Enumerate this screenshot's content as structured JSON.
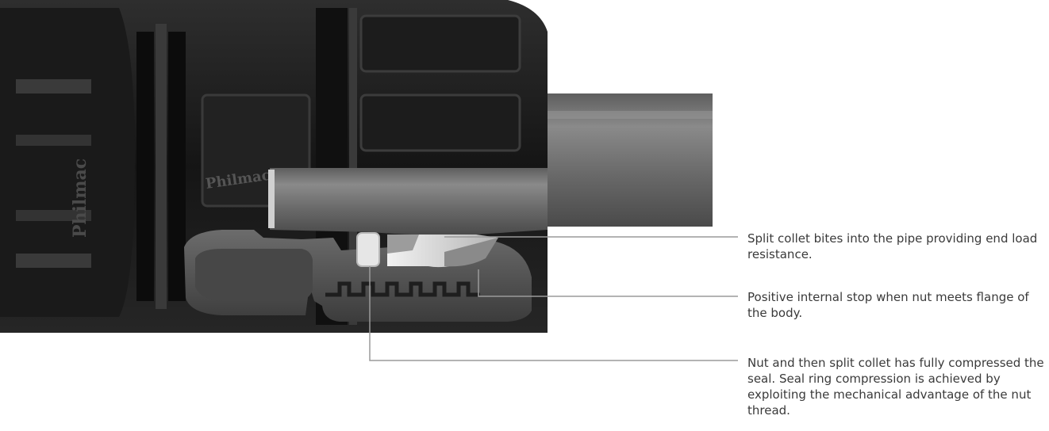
{
  "callouts": [
    {
      "text": "Split collet bites into the pipe providing end load resistance."
    },
    {
      "text": "Positive internal stop when nut meets flange of the body."
    },
    {
      "text": "Nut and then split collet has fully compressed the seal. Seal ring compression is achieved by exploiting the mechanical advantage of the nut thread."
    }
  ],
  "brand_marks": [
    "Philmac",
    "Philmac"
  ],
  "colors": {
    "fitting_dark": "#141414",
    "fitting_mid": "#2b2b2b",
    "fitting_highlight": "#4a4a4a",
    "pipe": "#6e6e6e",
    "pipe_highlight": "#a8a8a8",
    "nut_section": "#5a5a5a",
    "collet": "#d8d8d8",
    "leader_line": "#9a9a9a"
  }
}
